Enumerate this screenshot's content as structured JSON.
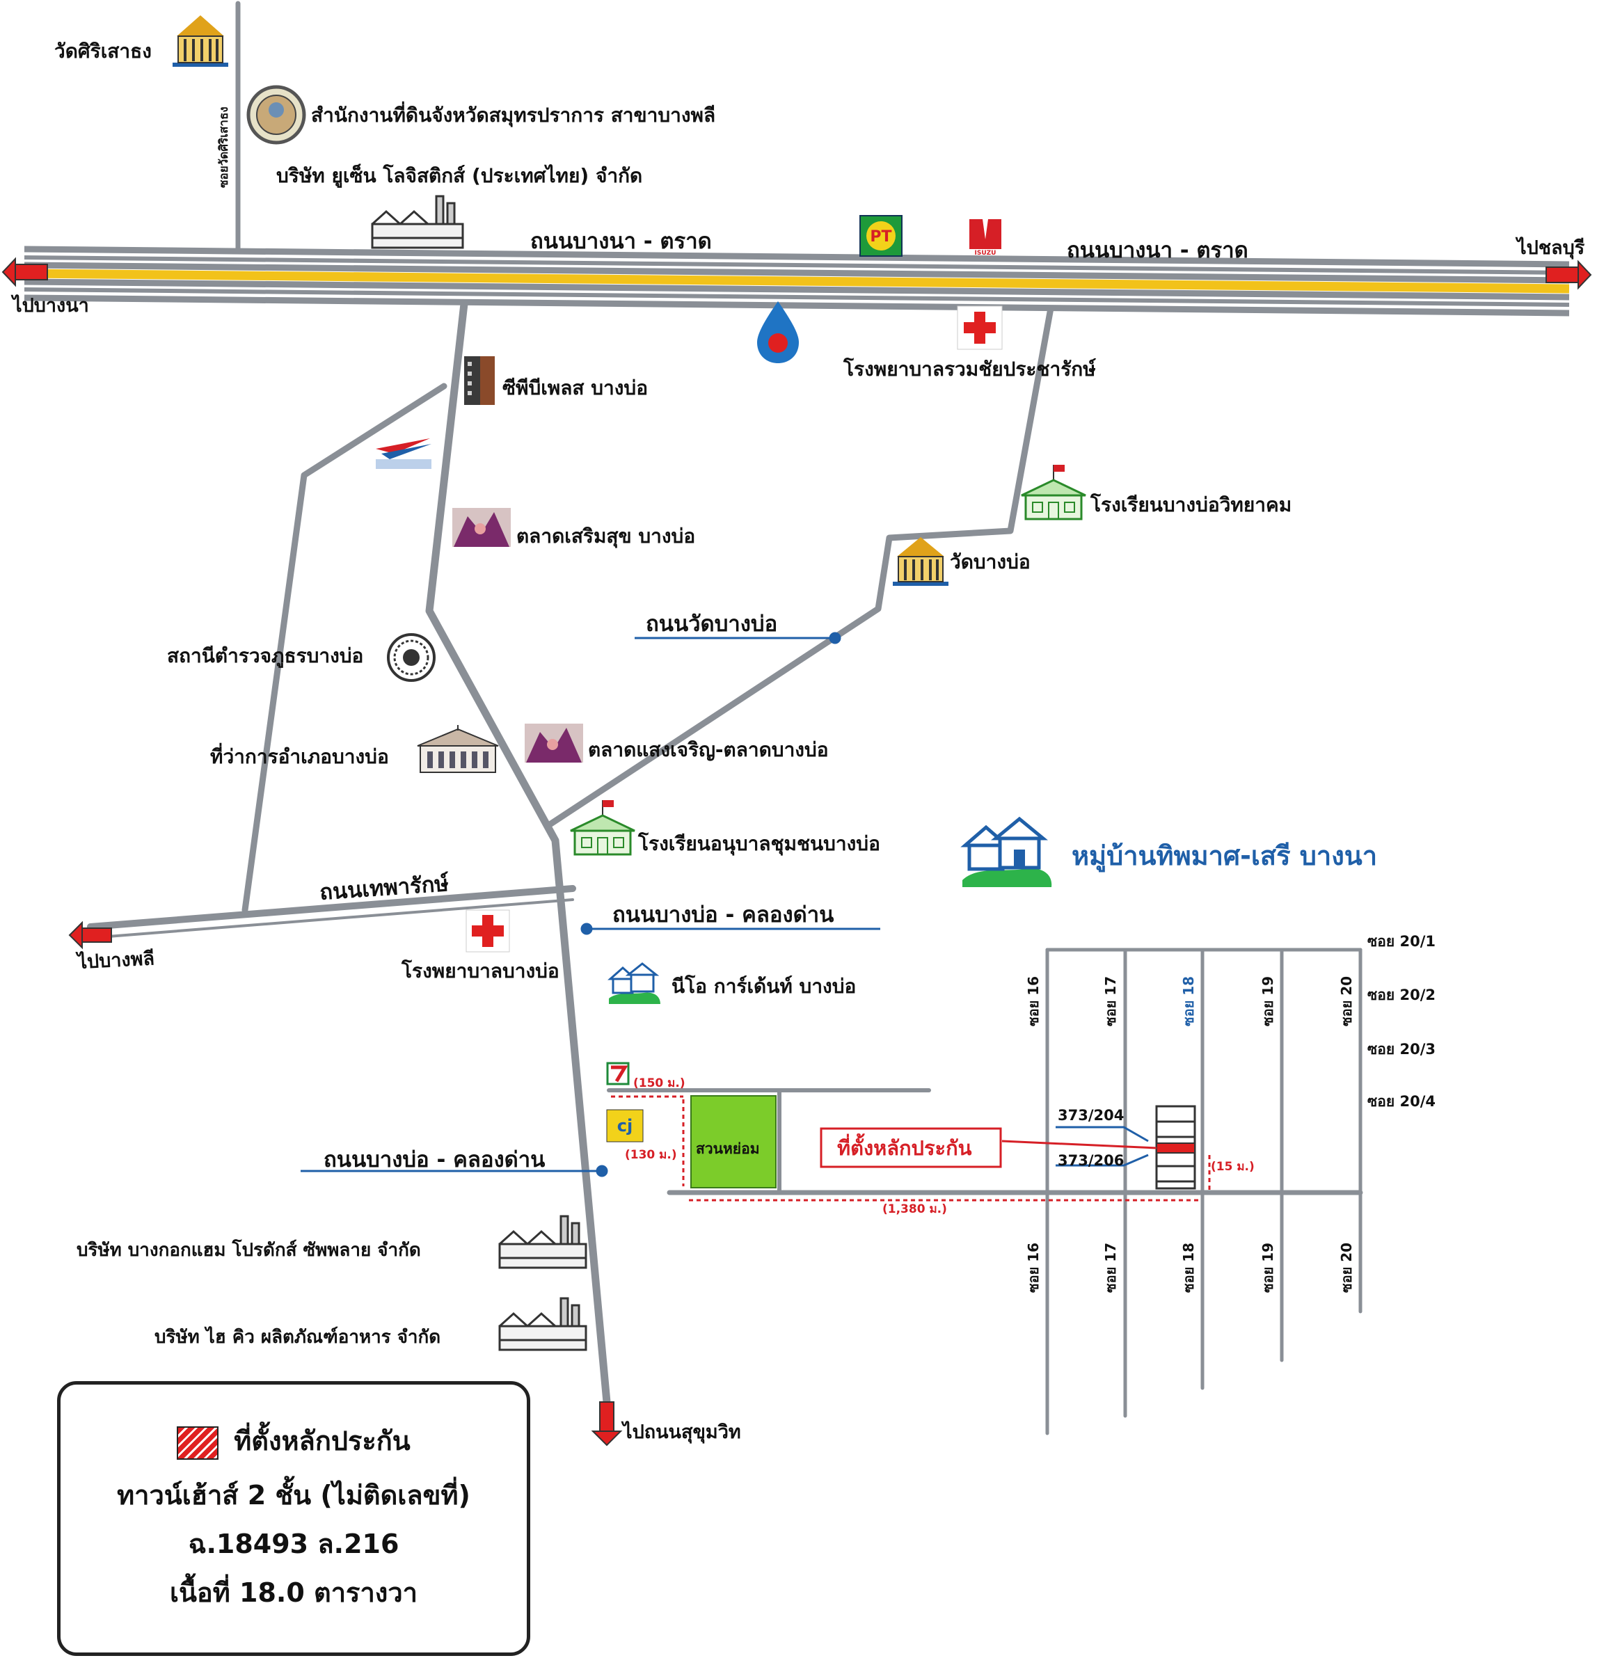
{
  "colors": {
    "road": "#8a8f96",
    "highway_center": "#f2c21a",
    "arrow": "#e02020",
    "label_blue": "#1f5fa8",
    "park": "#7ccc2a",
    "target": "#e02020"
  },
  "labels": {
    "wat_siri": "วัดศิริเสาธง",
    "soi_wat_siri": "ซอยวัดศิริเสาธง",
    "land_office": "สำนักงานที่ดินจังหวัดสมุทรปราการ สาขาบางพลี",
    "usen": "บริษัท ยูเซ็น โลจิสติกส์ (ประเทศไทย) จำกัด",
    "highway_1": "ถนนบางนา - ตราด",
    "highway_2": "ถนนบางนา - ตราด",
    "to_chonburi": "ไปชลบุรี",
    "to_bangna": "ไปบางนา",
    "cp_place": "ซีพีบีเพลส บางบ่อ",
    "ruamchai": "โรงพยาบาลรวมชัยประชารักษ์",
    "bangbo_school": "โรงเรียนบางบ่อวิทยาคม",
    "sermsuk": "ตลาดเสริมสุข บางบ่อ",
    "wat_bangbo": "วัดบางบ่อ",
    "rd_wat_bangbo": "ถนนวัดบางบ่อ",
    "police": "สถานีตำรวจภูธรบางบ่อ",
    "district_office": "ที่ว่าการอำเภอบางบ่อ",
    "saengcharoen": "ตลาดแสงเจริญ-ตลาดบางบ่อ",
    "kindergarten": "โรงเรียนอนุบาลชุมชนบางบ่อ",
    "village": "หมู่บ้านทิพมาศ-เสรี บางนา",
    "thepharak": "ถนนเทพารักษ์",
    "to_bangphli": "ไปบางพลี",
    "bangbo_khlongdan_1": "ถนนบางบ่อ - คลองด่าน",
    "bangbo_hospital": "โรงพยาบาลบางบ่อ",
    "neo_garden": "นีโอ การ์เด้นท์ บางบ่อ",
    "dist_150": "(150 ม.)",
    "dist_130": "(130 ม.)",
    "park": "สวนหย่อม",
    "target": "ที่ตั้งหลักประกัน",
    "house_204": "373/204",
    "house_206": "373/206",
    "dist_15": "(15 ม.)",
    "dist_1380": "(1,380 ม.)",
    "bangbo_khlongdan_2": "ถนนบางบ่อ - คลองด่าน",
    "bangkok_ham": "บริษัท บางกอกแฮม โปรดักส์ ซัพพลาย จำกัด",
    "high_q": "บริษัท ไฮ คิว ผลิตภัณฑ์อาหาร จำกัด",
    "to_sukhumvit": "ไปถนนสุขุมวิท",
    "soi_top": [
      "ซอย 16",
      "ซอย 17",
      "ซอย 18",
      "ซอย 19",
      "ซอย 20"
    ],
    "soi_bottom": [
      "ซอย 16",
      "ซอย 17",
      "ซอย 18",
      "ซอย 19",
      "ซอย 20"
    ],
    "soi_right": [
      "ซอย 20/1",
      "ซอย 20/2",
      "ซอย 20/3",
      "ซอย 20/4"
    ],
    "logo_pt": "PT",
    "logo_isuzu": "ISUZU",
    "logo_cj": "cj"
  },
  "legend": {
    "title": "ที่ตั้งหลักประกัน",
    "line1": "ทาวน์เฮ้าส์ 2 ชั้น (ไม่ติดเลขที่)",
    "line2": "ฉ.18493 ล.216",
    "line3": "เนื้อที่ 18.0 ตารางวา"
  }
}
